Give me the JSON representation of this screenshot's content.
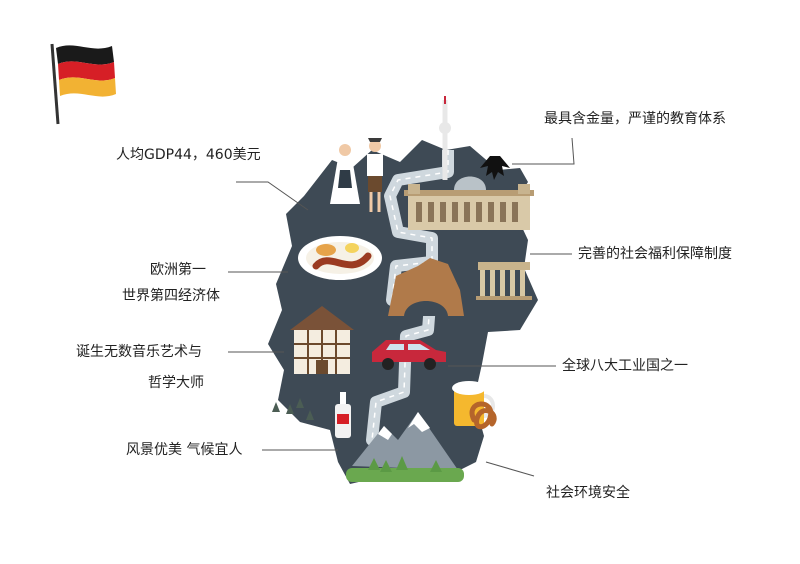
{
  "colors": {
    "map_fill": "#3e4a55",
    "road": "#cfd8de",
    "road_dash": "#ffffff",
    "leader_line": "#555555",
    "text": "#222222",
    "flag_black": "#1a1a1a",
    "flag_red": "#d61f26",
    "flag_gold": "#f2b233",
    "ground": "#6aa84f",
    "tree": "#5b9a45",
    "car": "#c8283c"
  },
  "icons": [
    "german-flag-icon",
    "tv-tower-icon",
    "eagle-emblem-icon",
    "traditional-couple-icon",
    "reichstag-building-icon",
    "food-plate-icon",
    "brandenburg-gate-icon",
    "rock-arch-icon",
    "timber-house-icon",
    "car-icon",
    "beer-mug-icon",
    "pretzel-icon",
    "bottle-icon",
    "alps-mountain-icon",
    "tree-icon"
  ],
  "labels": {
    "gdp": "人均GDP44，460美元",
    "education": "最具含金量，严谨的教育体系",
    "europe_first": "欧洲第一",
    "world_fourth": "世界第四经济体",
    "welfare": "完善的社会福利保障制度",
    "music_line1": "诞生无数音乐艺术与",
    "music_line2": "哲学大师",
    "industry": "全球八大工业国之一",
    "scenery": "风景优美 气候宜人",
    "safety": "社会环境安全"
  }
}
